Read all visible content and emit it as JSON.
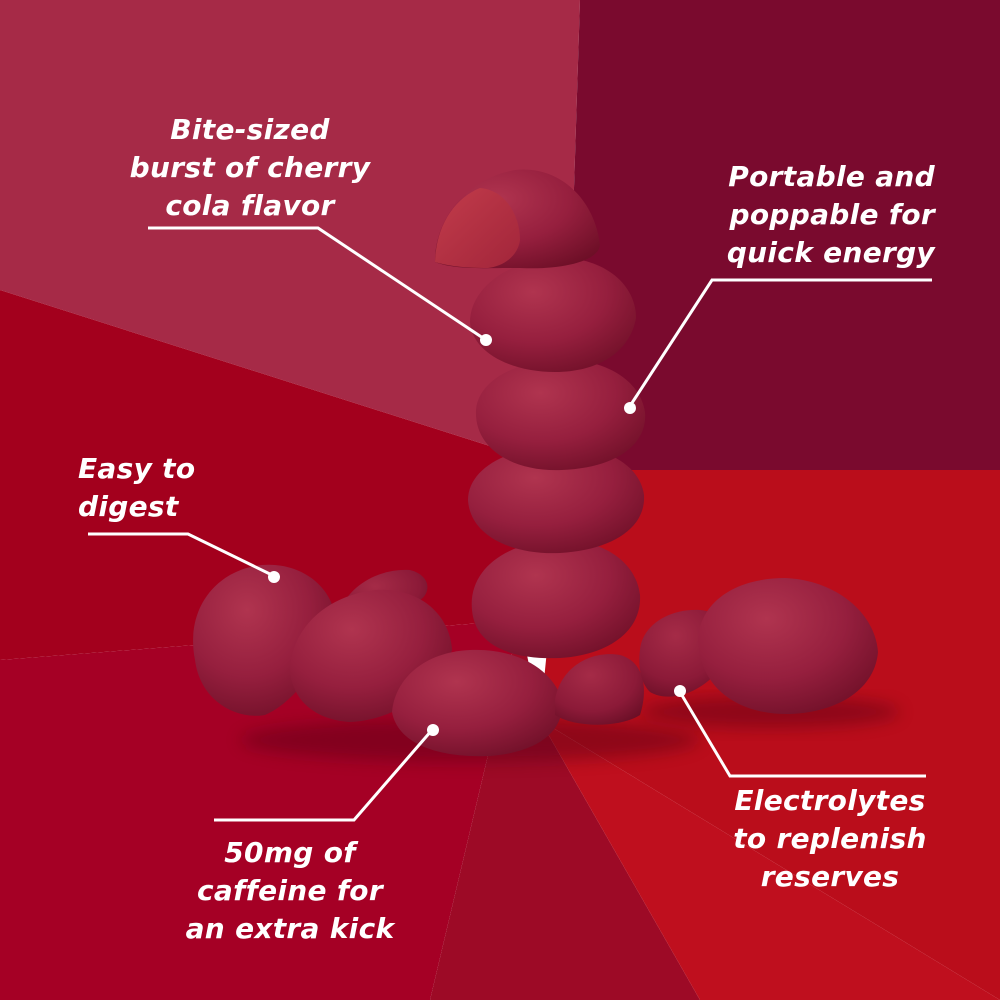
{
  "colors": {
    "panel_top_left": "#A62A47",
    "panel_top_right": "#7A0A2E",
    "panel_left": "#A3001D",
    "panel_right": "#BA0D1B",
    "panel_bottom_left": "#A50025",
    "panel_bottom_right": "#BF0F1E",
    "panel_bottom_center": "#8F0B27",
    "gummy_base": "#961F3E",
    "gummy_light": "#B0344F",
    "gummy_shadow": "#6E0F27",
    "gummy_cross_section": "#B8303F",
    "callout_text": "#FFFFFF",
    "leader_line": "#FFFFFF"
  },
  "icons": {
    "gummy_stack": "stacked-cherry-cola-energy-chews"
  },
  "callouts": {
    "cherry_flavor": {
      "lines": [
        "Bite-sized",
        "burst of cherry",
        "cola flavor"
      ]
    },
    "portable": {
      "lines": [
        "Portable and",
        "poppable for",
        "quick energy"
      ]
    },
    "digest": {
      "lines": [
        "Easy to",
        "digest"
      ]
    },
    "caffeine": {
      "lines": [
        "50mg of",
        "caffeine for",
        "an extra kick"
      ]
    },
    "electrolytes": {
      "lines": [
        "Electrolytes",
        "to replenish",
        "reserves"
      ]
    }
  }
}
